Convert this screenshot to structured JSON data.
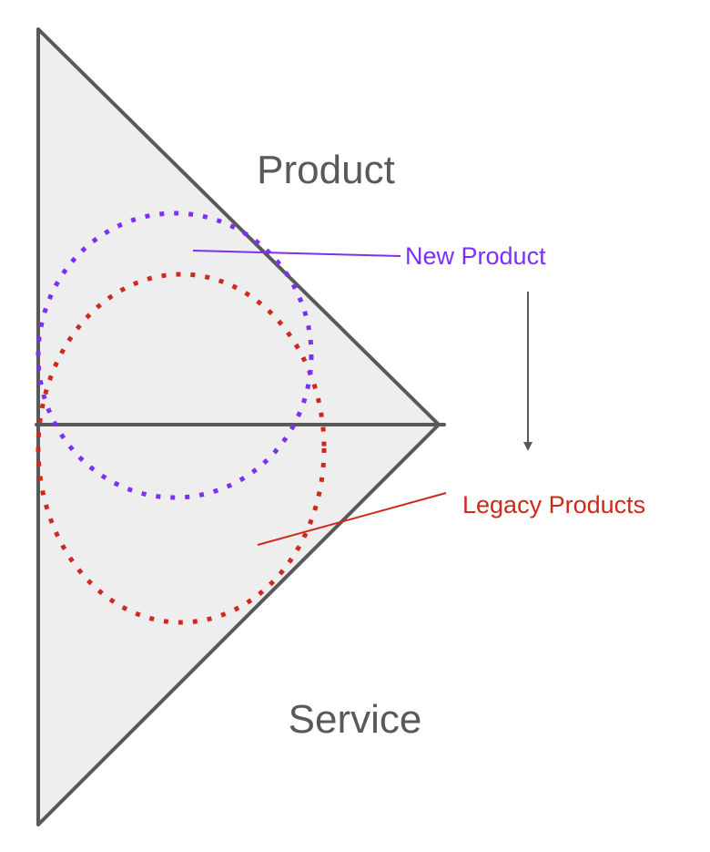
{
  "diagram": {
    "regions": {
      "top_label": "Product",
      "bottom_label": "Service"
    },
    "callouts": {
      "new_product": "New Product",
      "legacy_products": "Legacy Products"
    },
    "colors": {
      "outline": "#595959",
      "fill": "#eeeeee",
      "new_product": "#7b2ff7",
      "legacy_products": "#cc2a1a",
      "arrow": "#595959",
      "background": "#ffffff"
    },
    "arrow": {
      "direction": "down",
      "from": "Product",
      "to": "Service"
    }
  }
}
